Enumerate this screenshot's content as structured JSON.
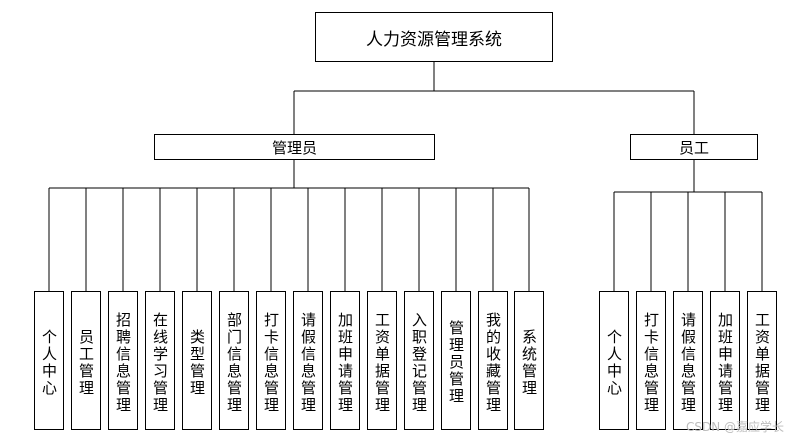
{
  "root": {
    "title": "人力资源管理系统"
  },
  "branches": [
    {
      "title": "管理员",
      "leaves": [
        "个人中心",
        "员工管理",
        "招聘信息管理",
        "在线学习管理",
        "类型管理",
        "部门信息管理",
        "打卡信息管理",
        "请假信息管理",
        "加班申请管理",
        "工资单据管理",
        "入职登记管理",
        "管理员管理",
        "我的收藏管理",
        "系统管理"
      ]
    },
    {
      "title": "员工",
      "leaves": [
        "个人中心",
        "打卡信息管理",
        "请假信息管理",
        "加班申请管理",
        "工资单据管理"
      ]
    }
  ],
  "watermark": "CSDN @嘉应学长"
}
